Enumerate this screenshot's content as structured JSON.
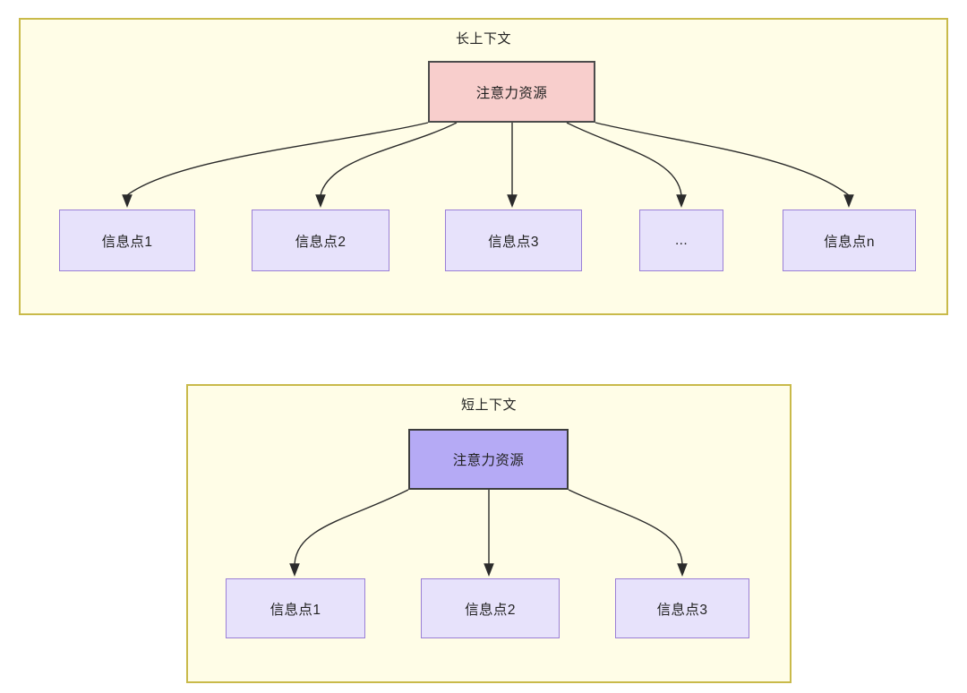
{
  "diagram": {
    "background_color": "#ffffff",
    "panels": [
      {
        "id": "long-context",
        "title": "长上下文",
        "fill_color": "#fffde7",
        "border_color": "#c9ba4a",
        "source_node": {
          "label": "注意力资源",
          "fill_color": "#f8cecc",
          "border_color": "#4c4c4c"
        },
        "target_nodes": [
          {
            "label": "信息点1"
          },
          {
            "label": "信息点2"
          },
          {
            "label": "信息点3"
          },
          {
            "label": "..."
          },
          {
            "label": "信息点n"
          }
        ],
        "node_fill_color": "#e7e2fb",
        "node_border_color": "#9a7fd6",
        "edge_color": "#2b2b2b",
        "edge_count": 5
      },
      {
        "id": "short-context",
        "title": "短上下文",
        "fill_color": "#fffde7",
        "border_color": "#c9ba4a",
        "source_node": {
          "label": "注意力资源",
          "fill_color": "#b5aaf5",
          "border_color": "#3d3d3d"
        },
        "target_nodes": [
          {
            "label": "信息点1"
          },
          {
            "label": "信息点2"
          },
          {
            "label": "信息点3"
          }
        ],
        "node_fill_color": "#e7e2fb",
        "node_border_color": "#9a7fd6",
        "edge_color": "#2b2b2b",
        "edge_count": 3
      }
    ]
  }
}
